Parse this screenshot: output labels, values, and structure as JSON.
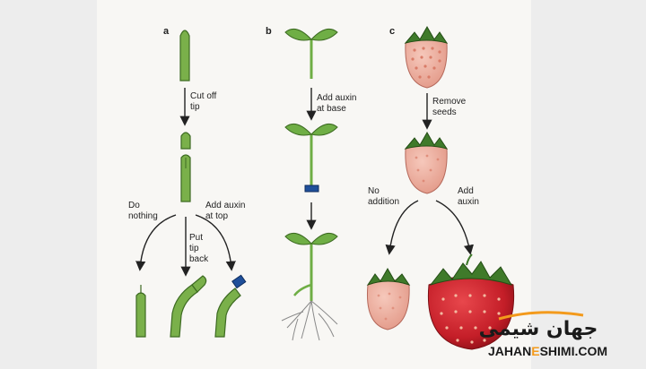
{
  "panels": {
    "a": {
      "label": "a",
      "cut_label": [
        "Cut off",
        "tip"
      ],
      "do_nothing_label": [
        "Do",
        "nothing"
      ],
      "put_tip_label": [
        "Put",
        "tip",
        "back"
      ],
      "add_auxin_top_label": [
        "Add auxin",
        "at top"
      ]
    },
    "b": {
      "label": "b",
      "add_auxin_base_label": [
        "Add auxin",
        "at base"
      ]
    },
    "c": {
      "label": "c",
      "remove_seeds_label": [
        "Remove",
        "seeds"
      ],
      "no_addition_label": [
        "No",
        "addition"
      ],
      "add_auxin_label": [
        "Add",
        "auxin"
      ]
    }
  },
  "watermark": {
    "logo_text": "جهان شیمی",
    "url_prefix": "JAHAN",
    "url_e": "E",
    "url_suffix": "SHIMI.COM"
  },
  "colors": {
    "stem_green": "#7ab04a",
    "stem_outline": "#3d6b22",
    "leaf_green": "#6fae45",
    "auxin_blue": "#1f4f9a",
    "strawberry_pale": "#eaa898",
    "strawberry_red": "#c8202a",
    "seed_dot": "#d97c68",
    "calyx_green": "#3f7a2a",
    "root_gray": "#8a8a8a",
    "watermark_orange": "#f39a1c"
  }
}
